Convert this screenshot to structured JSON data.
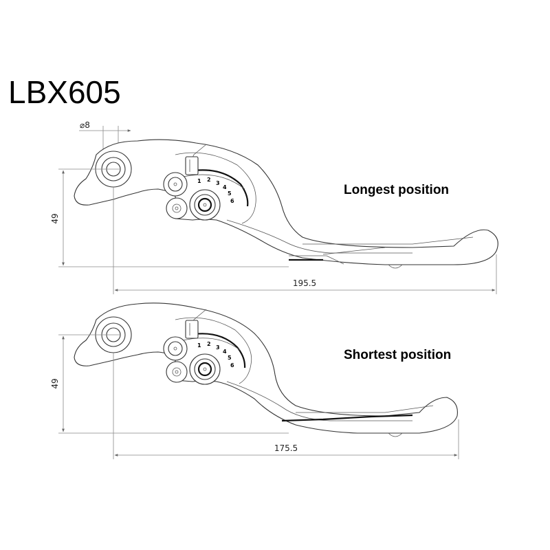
{
  "title": "LBX605",
  "diameter_label": "⌀8",
  "positions": [
    {
      "label": "Longest position",
      "height_dim": "49",
      "length_dim": "195.5"
    },
    {
      "label": "Shortest position",
      "height_dim": "49",
      "length_dim": "175.5"
    }
  ],
  "adjuster_scale": [
    "1",
    "2",
    "3",
    "4",
    "5",
    "6"
  ]
}
